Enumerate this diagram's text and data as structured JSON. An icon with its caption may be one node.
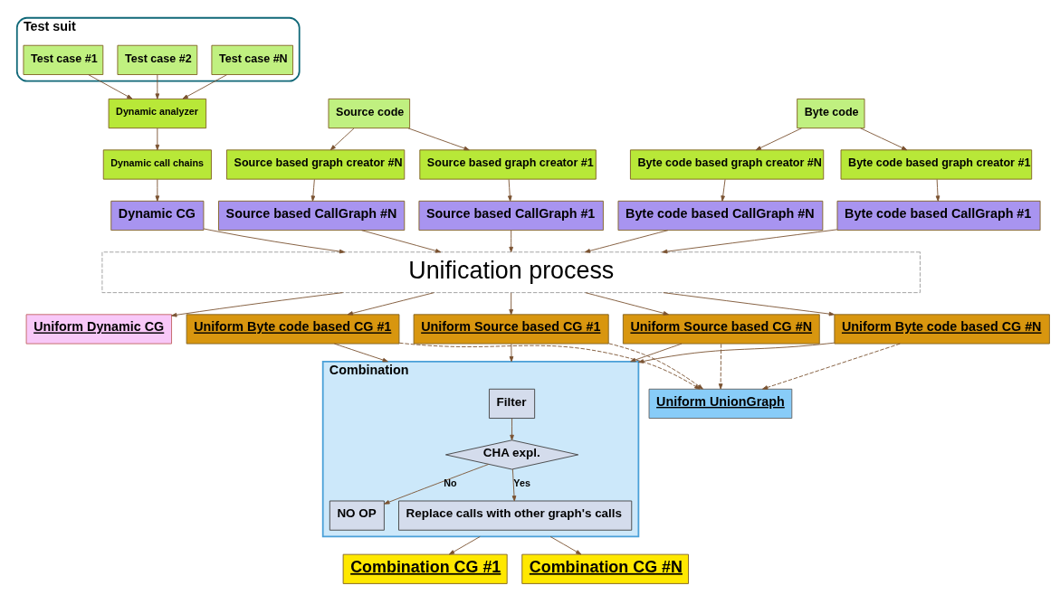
{
  "diagram": {
    "nodes": [
      {
        "text": [
          "Test suit"
        ]
      },
      {
        "text": [
          "Test case #1"
        ],
        "in": 0
      },
      {
        "text": [
          "Test case #2"
        ],
        "in": 0
      },
      {
        "text": [
          "Test case #N"
        ],
        "in": 0
      },
      {
        "text": [
          "Source code"
        ]
      },
      {
        "text": [
          "Byte code"
        ]
      },
      {
        "text": [
          "Dynamic analyzer"
        ]
      },
      {
        "text": [
          "Source based graph creator #1"
        ]
      },
      {
        "text": [
          "Source based graph creator #N"
        ]
      },
      {
        "text": [
          "Byte code based graph creator #1"
        ]
      },
      {
        "text": [
          "Byte code based graph creator #N"
        ]
      },
      {
        "text": [
          "Dynamic call chains"
        ]
      },
      {
        "text": [
          "Dynamic CG"
        ]
      },
      {
        "text": [
          "Source based CallGraph #1"
        ]
      },
      {
        "text": [
          "Source based CallGraph #N"
        ]
      },
      {
        "text": [
          "Byte code based CallGraph #1"
        ]
      },
      {
        "text": [
          "Byte code based CallGraph #N"
        ]
      },
      {
        "text": [
          "Unification process"
        ]
      },
      {
        "text": [
          "Uniform Dynamic CG"
        ]
      },
      {
        "text": [
          "Uniform Source based CG #1"
        ]
      },
      {
        "text": [
          "Uniform Source based CG #N"
        ]
      },
      {
        "text": [
          "Uniform Byte code based CG #1"
        ]
      },
      {
        "text": [
          "Uniform Byte code based CG #N"
        ]
      },
      {
        "text": [
          "Combination"
        ]
      },
      {
        "text": [
          "Uniform UnionGraph"
        ]
      },
      {
        "text": [
          "Filter"
        ],
        "in": 23
      },
      {
        "text": [
          "CHA expl."
        ],
        "in": 23
      },
      {
        "text": [
          "NO OP"
        ],
        "in": 23
      },
      {
        "text": [
          "Replace calls with other graph's calls"
        ],
        "in": 23
      },
      {
        "text": [
          "Combination CG #1"
        ]
      },
      {
        "text": [
          "Combination CG #N"
        ]
      }
    ],
    "edges": [
      {
        "from": 1,
        "to": 6,
        "arrow": "to"
      },
      {
        "from": 2,
        "to": 6,
        "arrow": "to"
      },
      {
        "from": 3,
        "to": 6,
        "arrow": "to"
      },
      {
        "from": 4,
        "to": 7,
        "arrow": "to"
      },
      {
        "from": 4,
        "to": 8,
        "arrow": "to"
      },
      {
        "from": 5,
        "to": 9,
        "arrow": "to"
      },
      {
        "from": 5,
        "to": 10,
        "arrow": "to"
      },
      {
        "from": 6,
        "to": 11,
        "arrow": "to"
      },
      {
        "from": 11,
        "to": 12,
        "arrow": "to"
      },
      {
        "from": 7,
        "to": 13,
        "arrow": "to"
      },
      {
        "from": 8,
        "to": 14,
        "arrow": "to"
      },
      {
        "from": 9,
        "to": 15,
        "arrow": "to"
      },
      {
        "from": 10,
        "to": 16,
        "arrow": "to"
      },
      {
        "from": 12,
        "to": 17,
        "arrow": "to"
      },
      {
        "from": 13,
        "to": 17,
        "arrow": "to"
      },
      {
        "from": 14,
        "to": 17,
        "arrow": "to"
      },
      {
        "from": 15,
        "to": 17,
        "arrow": "to"
      },
      {
        "from": 16,
        "to": 17,
        "arrow": "to"
      },
      {
        "from": 17,
        "to": 18,
        "arrow": "to"
      },
      {
        "from": 17,
        "to": 19,
        "arrow": "to"
      },
      {
        "from": 17,
        "to": 20,
        "arrow": "to"
      },
      {
        "from": 17,
        "to": 21,
        "arrow": "to"
      },
      {
        "from": 17,
        "to": 22,
        "arrow": "to"
      },
      {
        "from": 19,
        "to": 23,
        "arrow": "to"
      },
      {
        "from": 20,
        "to": 23,
        "arrow": "to"
      },
      {
        "from": 21,
        "to": 23,
        "arrow": "to"
      },
      {
        "from": 22,
        "to": 23,
        "arrow": "to"
      },
      {
        "from": 19,
        "to": 24,
        "arrow": "to",
        "style": "dashed"
      },
      {
        "from": 20,
        "to": 24,
        "arrow": "to",
        "style": "dashed"
      },
      {
        "from": 21,
        "to": 24,
        "arrow": "to",
        "style": "dashed"
      },
      {
        "from": 22,
        "to": 24,
        "arrow": "to",
        "style": "dashed"
      },
      {
        "from": 25,
        "to": 26,
        "arrow": "to"
      },
      {
        "from": 26,
        "to": 27,
        "arrow": "to",
        "label": "No"
      },
      {
        "from": 26,
        "to": 28,
        "arrow": "to",
        "label": "Yes"
      },
      {
        "from": 23,
        "to": 29,
        "arrow": "to"
      },
      {
        "from": 23,
        "to": 30,
        "arrow": "to"
      }
    ]
  }
}
